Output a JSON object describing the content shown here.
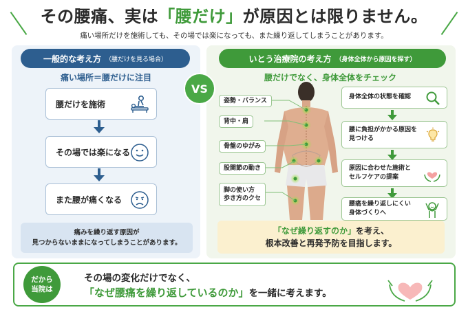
{
  "header": {
    "title_pre": "その腰痛、実は",
    "title_hl": "「腰だけ」",
    "title_post": "が原因とは限りません。",
    "subtitle": "痛い場所だけを施術しても、その場では楽になっても、また繰り返してしまうことがあります。"
  },
  "left": {
    "heading": "一般的な考え方",
    "heading_sub": "（腰だけを見る場合）",
    "focus": "痛い場所＝腰だけに注目",
    "steps": [
      "腰だけを施術",
      "その場では楽になる",
      "また腰が痛くなる"
    ],
    "note_line1": "痛みを繰り返す原因が",
    "note_line2": "見つからないままになってしまうことがあります。"
  },
  "vs": "VS",
  "right": {
    "heading": "いとう治療院の考え方",
    "heading_sub": "（身体全体から原因を探す）",
    "focus": "腰だけでなく、身体全体をチェック",
    "body_labels": [
      "姿勢・バランス",
      "背中・肩",
      "骨盤のゆがみ",
      "股関節の動き",
      "脚の使い方",
      "歩き方のクセ"
    ],
    "steps": [
      {
        "line1": "身体全体の状態を確認",
        "line2": ""
      },
      {
        "line1": "腰に負担がかかる原因を",
        "line2": "見つける"
      },
      {
        "line1": "原因に合わせた施術と",
        "line2": "セルフケアの提案"
      },
      {
        "line1": "腰痛を繰り返しにくい",
        "line2": "身体づくりへ"
      }
    ],
    "note_hl": "「なぜ繰り返すのか」",
    "note_post": "を考え、",
    "note_line2": "根本改善と再発予防を目指します。"
  },
  "bottom": {
    "badge_line1": "だから",
    "badge_line2": "当院は",
    "line1": "その場の変化だけでなく、",
    "line2_hl": "「なぜ腰痛を繰り返しているのか」",
    "line2_post": "を一緒に考えます。"
  },
  "colors": {
    "green": "#3f9a3a",
    "navy": "#2d5e8f",
    "cream": "#fbf0cf",
    "heart": "#f2a7a7"
  }
}
